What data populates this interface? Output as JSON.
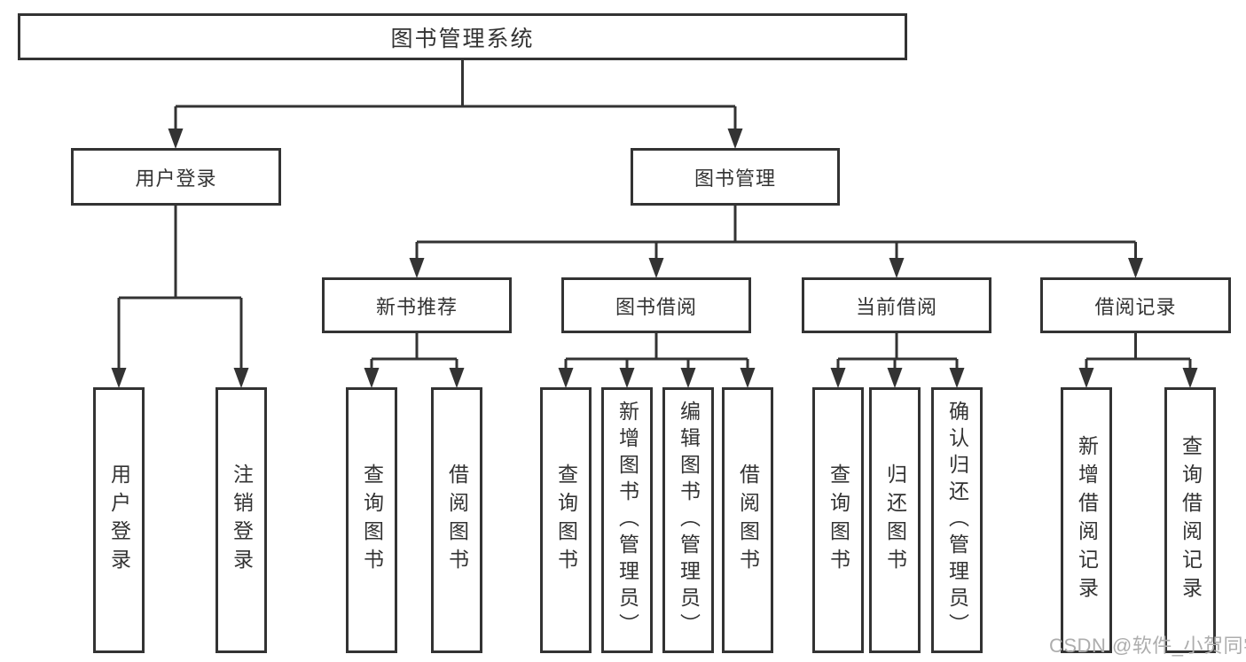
{
  "colors": {
    "line": "#333333",
    "box_fill": "#ffffff",
    "text": "#333333",
    "watermark": "#adadad"
  },
  "watermark": "CSDN @软件_小贺同学",
  "tree": {
    "root": {
      "label": "图书管理系统",
      "children": [
        {
          "label": "用户登录",
          "children": [
            {
              "label": "用户登录"
            },
            {
              "label": "注销登录"
            }
          ]
        },
        {
          "label": "图书管理",
          "children": [
            {
              "label": "新书推荐",
              "children": [
                {
                  "label": "查询图书"
                },
                {
                  "label": "借阅图书"
                }
              ]
            },
            {
              "label": "图书借阅",
              "children": [
                {
                  "label": "查询图书"
                },
                {
                  "label": "新增图书（管理员）"
                },
                {
                  "label": "编辑图书（管理员）"
                },
                {
                  "label": "借阅图书"
                }
              ]
            },
            {
              "label": "当前借阅",
              "children": [
                {
                  "label": "查询图书"
                },
                {
                  "label": "归还图书"
                },
                {
                  "label": "确认归还（管理员）"
                }
              ]
            },
            {
              "label": "借阅记录",
              "children": [
                {
                  "label": "新增借阅记录"
                },
                {
                  "label": "查询借阅记录"
                }
              ]
            }
          ]
        }
      ]
    }
  }
}
